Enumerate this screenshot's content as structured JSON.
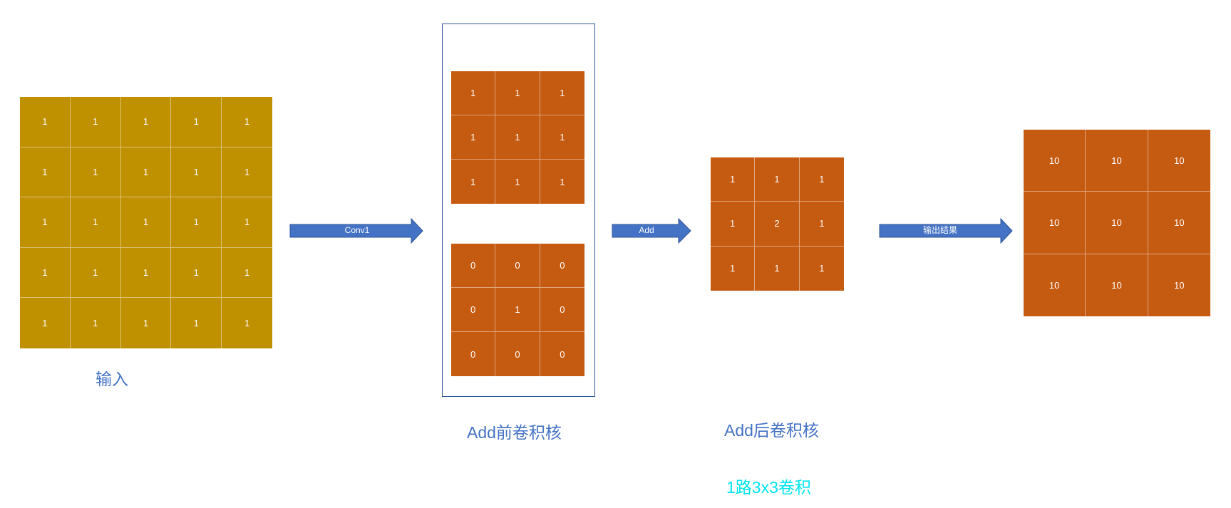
{
  "colors": {
    "input_fill": "#bf9000",
    "kernel_fill": "#c55a11",
    "arrow_fill": "#4472c4",
    "arrow_stroke": "#2f5597",
    "caption_color": "#4472c4",
    "note_color": "#00e5ee"
  },
  "input": {
    "label": "输入",
    "cells": [
      [
        "1",
        "1",
        "1",
        "1",
        "1"
      ],
      [
        "1",
        "1",
        "1",
        "1",
        "1"
      ],
      [
        "1",
        "1",
        "1",
        "1",
        "1"
      ],
      [
        "1",
        "1",
        "1",
        "1",
        "1"
      ],
      [
        "1",
        "1",
        "1",
        "1",
        "1"
      ]
    ]
  },
  "arrows": {
    "conv1": "Conv1",
    "add": "Add",
    "output": "输出结果"
  },
  "before_add": {
    "label": "Add前卷积核",
    "kernel_a": [
      [
        "1",
        "1",
        "1"
      ],
      [
        "1",
        "1",
        "1"
      ],
      [
        "1",
        "1",
        "1"
      ]
    ],
    "kernel_b": [
      [
        "0",
        "0",
        "0"
      ],
      [
        "0",
        "1",
        "0"
      ],
      [
        "0",
        "0",
        "0"
      ]
    ]
  },
  "after_add": {
    "label": "Add后卷积核",
    "note": "1路3x3卷积",
    "kernel": [
      [
        "1",
        "1",
        "1"
      ],
      [
        "1",
        "2",
        "1"
      ],
      [
        "1",
        "1",
        "1"
      ]
    ]
  },
  "output": {
    "cells": [
      [
        "10",
        "10",
        "10"
      ],
      [
        "10",
        "10",
        "10"
      ],
      [
        "10",
        "10",
        "10"
      ]
    ]
  }
}
